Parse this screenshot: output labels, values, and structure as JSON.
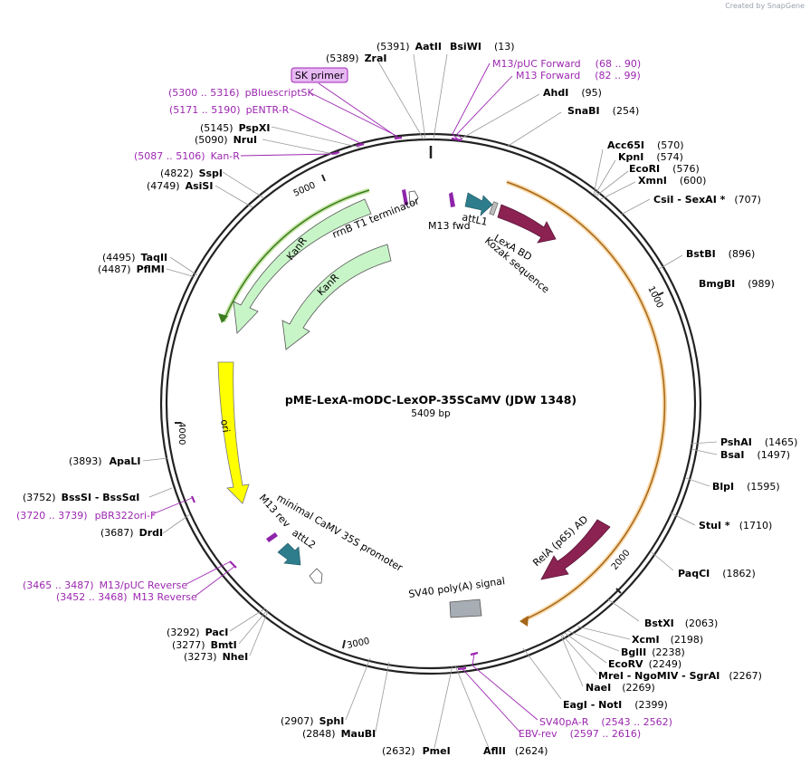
{
  "credit": "Created by SnapGene",
  "plasmid": {
    "name": "pME-LexA-mODC-LexOP-35SCaMV (JDW 1348)",
    "length_label": "5409 bp",
    "length": 5409
  },
  "ticks": [
    {
      "pos": 1000,
      "label": "1000"
    },
    {
      "pos": 2000,
      "label": "2000"
    },
    {
      "pos": 3000,
      "label": "3000"
    },
    {
      "pos": 4000,
      "label": "4000"
    },
    {
      "pos": 5000,
      "label": "5000"
    }
  ],
  "enzymes": [
    {
      "name": "AatII",
      "pos": "(5391)"
    },
    {
      "name": "ZraI",
      "pos": "(5389)"
    },
    {
      "name": "BsiWI",
      "pos": "(13)"
    },
    {
      "name": "AhdI",
      "pos": "(95)"
    },
    {
      "name": "SnaBI",
      "pos": "(254)"
    },
    {
      "name": "PspXI",
      "pos": "(5145)"
    },
    {
      "name": "NruI",
      "pos": "(5090)"
    },
    {
      "name": "Acc65I",
      "pos": "(570)"
    },
    {
      "name": "KpnI",
      "pos": "(574)"
    },
    {
      "name": "EcoRI",
      "pos": "(576)"
    },
    {
      "name": "XmnI",
      "pos": "(600)"
    },
    {
      "name": "CsiI - SexAI *",
      "pos": "(707)"
    },
    {
      "name": "SspI",
      "pos": "(4822)"
    },
    {
      "name": "AsiSI",
      "pos": "(4749)"
    },
    {
      "name": "BstBI",
      "pos": "(896)"
    },
    {
      "name": "BmgBI",
      "pos": "(989)"
    },
    {
      "name": "TaqII",
      "pos": "(4495)"
    },
    {
      "name": "PflMI",
      "pos": "(4487)"
    },
    {
      "name": "PshAI",
      "pos": "(1465)"
    },
    {
      "name": "BsaI",
      "pos": "(1497)"
    },
    {
      "name": "ApaLI",
      "pos": "(3893)"
    },
    {
      "name": "BlpI",
      "pos": "(1595)"
    },
    {
      "name": "BssSI - BssSαI",
      "pos": "(3752)"
    },
    {
      "name": "StuI *",
      "pos": "(1710)"
    },
    {
      "name": "DrdI",
      "pos": "(3687)"
    },
    {
      "name": "PaqCI",
      "pos": "(1862)"
    },
    {
      "name": "BstXI",
      "pos": "(2063)"
    },
    {
      "name": "PacI",
      "pos": "(3292)"
    },
    {
      "name": "XcmI",
      "pos": "(2198)"
    },
    {
      "name": "BmtI",
      "pos": "(3277)"
    },
    {
      "name": "BglII",
      "pos": "(2238)"
    },
    {
      "name": "NheI",
      "pos": "(3273)"
    },
    {
      "name": "EcoRV",
      "pos": "(2249)"
    },
    {
      "name": "MreI - NgoMIV - SgrAI",
      "pos": "(2267)"
    },
    {
      "name": "NaeI",
      "pos": "(2269)"
    },
    {
      "name": "EagI - NotI",
      "pos": "(2399)"
    },
    {
      "name": "SphI",
      "pos": "(2907)"
    },
    {
      "name": "MauBI",
      "pos": "(2848)"
    },
    {
      "name": "PmeI",
      "pos": "(2632)"
    },
    {
      "name": "AflII",
      "pos": "(2624)"
    }
  ],
  "primers": [
    {
      "name": "M13/pUC Forward",
      "range": "(68 .. 90)"
    },
    {
      "name": "M13 Forward",
      "range": "(82 .. 99)"
    },
    {
      "name": "SK primer",
      "range": ""
    },
    {
      "name": "pBluescriptSK",
      "range": "(5300 .. 5316)"
    },
    {
      "name": "pENTR-R",
      "range": "(5171 .. 5190)"
    },
    {
      "name": "Kan-R",
      "range": "(5087 .. 5106)"
    },
    {
      "name": "pBR322ori-F",
      "range": "(3720 .. 3739)"
    },
    {
      "name": "M13/pUC Reverse",
      "range": "(3465 .. 3487)"
    },
    {
      "name": "M13 Reverse",
      "range": "(3452 .. 3468)"
    },
    {
      "name": "SV40pA-R",
      "range": "(2543 .. 2562)"
    },
    {
      "name": "EBV-rev",
      "range": "(2597 .. 2616)"
    }
  ],
  "features": {
    "rrnb": "rrnB T1 terminator",
    "m13fwd": "M13 fwd",
    "attl1": "attL1",
    "lexa": "LexA BD",
    "kozak": "Kozak sequence",
    "kanr_outer": "KanR",
    "kanr_inner": "KanR",
    "ori": "ori",
    "minimal": "minimal CaMV 35S promoter",
    "m13rev": "M13 rev",
    "attl2": "attL2",
    "sv40": "SV40 poly(A) signal",
    "rela": "RelA (p65) AD"
  },
  "colors": {
    "backbone": "#222222",
    "primer": "#9c27b0",
    "kanr": "#c8f5c8",
    "ori": "#ffff00",
    "lexa": "#8b2252",
    "attl": "#2e7d8c",
    "sv40": "#a7adb4",
    "orf_orange": "#e8a33a",
    "orf_green": "#3b7d1e"
  }
}
